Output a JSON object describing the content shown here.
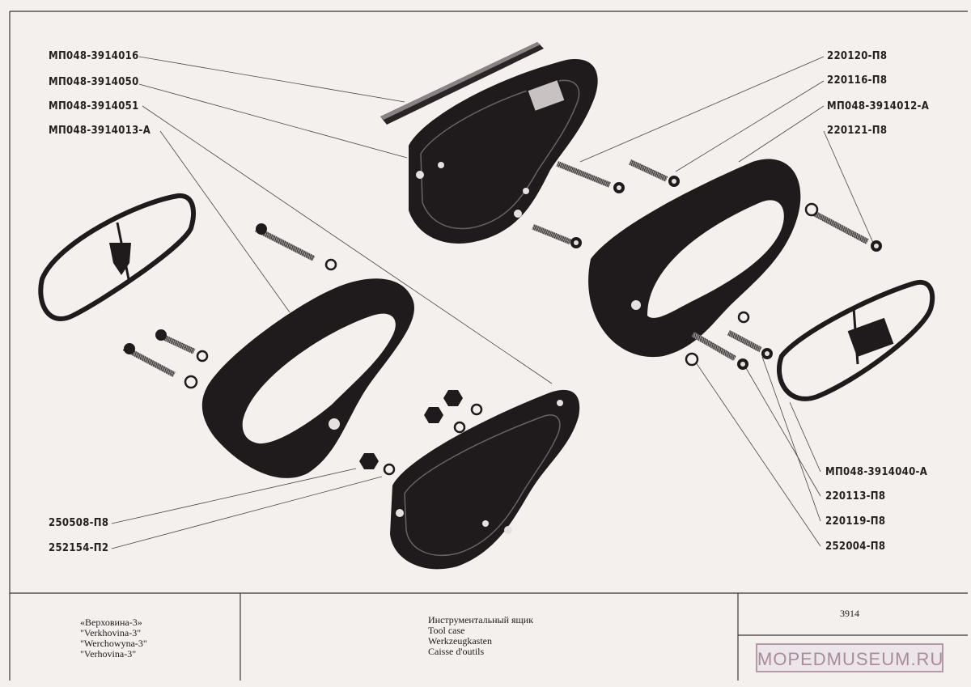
{
  "callouts": {
    "left": [
      "МП048-3914016",
      "МП048-3914050",
      "МП048-3914051",
      "МП048-3914013-А"
    ],
    "right_top": [
      "220120-П8",
      "220116-П8",
      "МП048-3914012-А",
      "220121-П8"
    ],
    "bottom_left": [
      "250508-П8",
      "252154-П2"
    ],
    "bottom_right": [
      "МП048-3914040-А",
      "220113-П8",
      "220119-П8",
      "252004-П8"
    ]
  },
  "title_block": {
    "model_lines": [
      "«Верховина-3»",
      "\"Verkhovina-3\"",
      "\"Werchowyna-3\"",
      "\"Verhovina-3\""
    ],
    "title_lines": [
      "Инструментальный ящик",
      "Tool case",
      "Werkzeugkasten",
      "Caisse d'outils"
    ],
    "sheet_number": "3914"
  },
  "watermark": "MOPEDMUSEUM.RU",
  "colors": {
    "paper": "#f3f0ee",
    "ink": "#262021",
    "part_dark": "#1f1a1c",
    "watermark": "#a98c9b"
  }
}
